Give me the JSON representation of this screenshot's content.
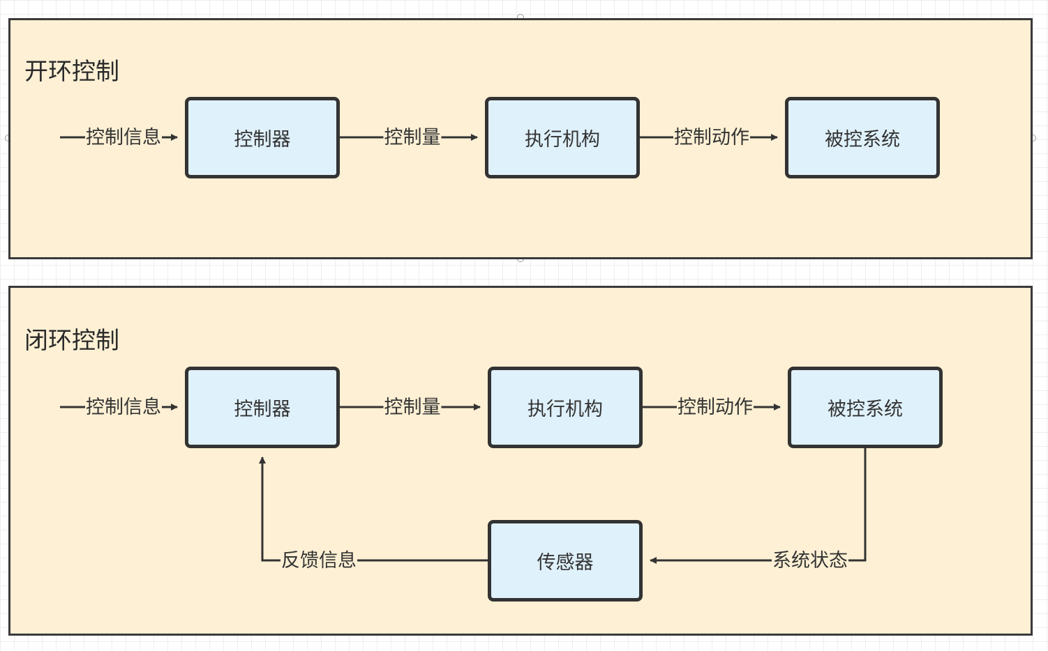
{
  "open_loop": {
    "title": "开环控制",
    "nodes": {
      "controller": "控制器",
      "actuator": "执行机构",
      "plant": "被控系统"
    },
    "edges": {
      "input": "控制信息",
      "control_quantity": "控制量",
      "control_action": "控制动作"
    }
  },
  "closed_loop": {
    "title": "闭环控制",
    "nodes": {
      "controller": "控制器",
      "actuator": "执行机构",
      "plant": "被控系统",
      "sensor": "传感器"
    },
    "edges": {
      "input": "控制信息",
      "control_quantity": "控制量",
      "control_action": "控制动作",
      "feedback": "反馈信息",
      "system_state": "系统状态"
    }
  },
  "colors": {
    "panel_fill": "#fdf0d4",
    "node_fill": "#dff1fb",
    "stroke": "#333333"
  }
}
